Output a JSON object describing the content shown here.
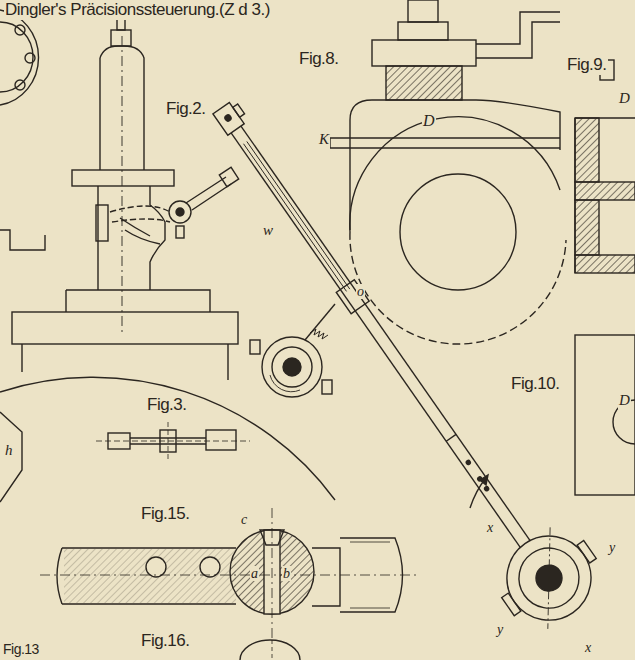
{
  "diagram": {
    "title": "Dingler's Präcisionssteuerung.(Z d 3.)",
    "labels": [
      "Fig.8.",
      "Fig.9.",
      "Fig.2.",
      "K",
      "D",
      "D",
      "w",
      "o",
      "Fig.3.",
      "Fig.10.",
      "D",
      "h",
      "Fig.15.",
      "c",
      "x",
      "y",
      "a",
      "b",
      "y",
      "x",
      "Fig.16.",
      "Fig.13"
    ]
  }
}
